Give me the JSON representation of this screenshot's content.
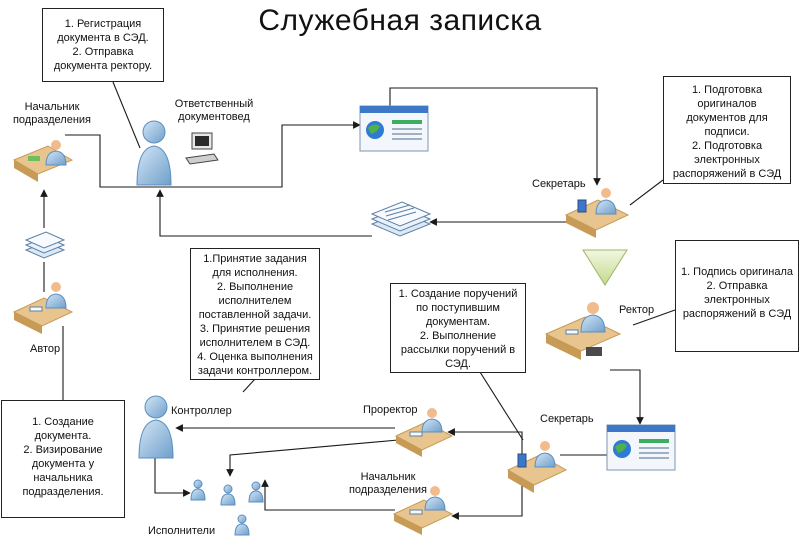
{
  "title": "Служебная записка",
  "notes": {
    "registration": "1. Регистрация документа в СЭД.\n2. Отправка документа ректору.",
    "secretary_prep": "1. Подготовка оригиналов документов для подписи.\n2. Подготовка электронных распоряжений в СЭД",
    "controller_tasks": "1.Принятие задания для исполнения.\n2. Выполнение исполнителем поставленной задачи.\n3. Принятие решения исполнителем в СЭД.\n4. Оценка выполнения задачи контроллером.",
    "orders": "1. Создание поручений по поступившим документам.\n2. Выполнение рассылки поручений в СЭД.",
    "rector_sign": "1. Подпись оригинала\n2. Отправка электронных распоряжений в СЭД",
    "author_create": "1. Создание документа.\n2. Визирование документа у начальника подразделения."
  },
  "labels": {
    "head_top": "Начальник\nподразделения",
    "doc_officer": "Ответственный\nдокументовед",
    "secretary_top": "Секретарь",
    "rector": "Ректор",
    "author": "Автор",
    "controller": "Контроллер",
    "prorector": "Проректор",
    "secretary_bottom": "Секретарь",
    "head_bottom": "Начальник\nподразделения",
    "executors": "Исполнители"
  },
  "colors": {
    "line": "#1a1a1a",
    "person_light": "#b7d3ea",
    "person_dark": "#5a8fc0",
    "skin": "#f2bb8c",
    "desk": "#e8c58f",
    "desk_dark": "#c79a55",
    "window_title": "#3d78c8",
    "down_arrow": "#d6e5a8"
  }
}
